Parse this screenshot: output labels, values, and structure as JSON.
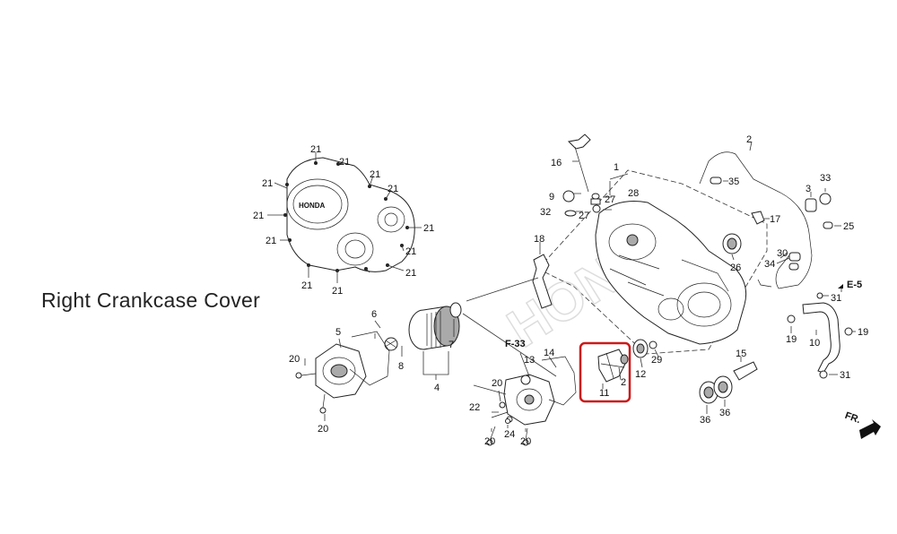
{
  "title": "Right Crankcase Cover",
  "brand": "HONDA",
  "refs": {
    "f33": "F-33",
    "e5": "E-5",
    "fr": "FR."
  },
  "highlight_color": "#cc1a1a",
  "labels": {
    "l1": "1",
    "l2": "2",
    "l2b": "2",
    "l3": "3",
    "l4": "4",
    "l5": "5",
    "l6": "6",
    "l7": "7",
    "l8": "8",
    "l9": "9",
    "l10": "10",
    "l11": "11",
    "l12": "12",
    "l13": "13",
    "l14": "14",
    "l15": "15",
    "l16": "16",
    "l17": "17",
    "l18": "18",
    "l19a": "19",
    "l19b": "19",
    "l20a": "20",
    "l20b": "20",
    "l20c": "20",
    "l20d": "20",
    "l20e": "20",
    "l21a": "21",
    "l21b": "21",
    "l21c": "21",
    "l21d": "21",
    "l21e": "21",
    "l21f": "21",
    "l21g": "21",
    "l21h": "21",
    "l21i": "21",
    "l21j": "21",
    "l21k": "21",
    "l21l": "21",
    "l22": "22",
    "l24": "24",
    "l25": "25",
    "l26": "26",
    "l27a": "27",
    "l27b": "27",
    "l28": "28",
    "l29": "29",
    "l30": "30",
    "l31a": "31",
    "l31b": "31",
    "l32": "32",
    "l33": "33",
    "l34": "34",
    "l35": "35",
    "l36a": "36",
    "l36b": "36"
  }
}
